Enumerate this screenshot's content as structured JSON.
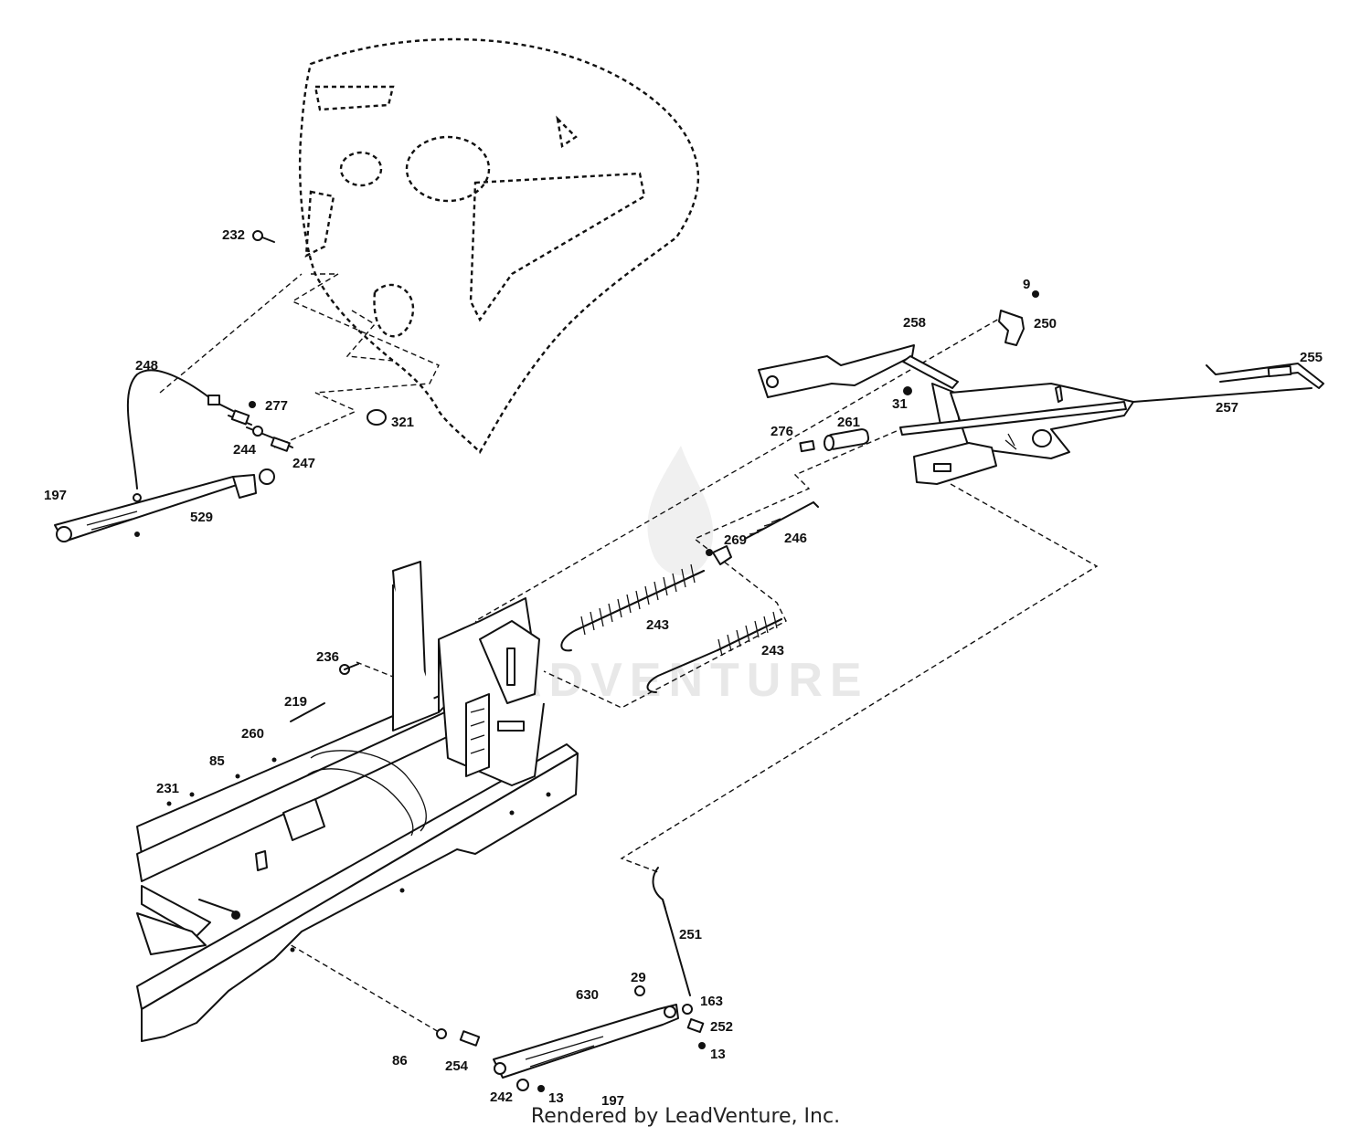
{
  "watermark": "ADVENTURE",
  "credit": "Rendered by LeadVenture, Inc.",
  "part_labels": [
    "232",
    "248",
    "277",
    "244",
    "247",
    "197",
    "529",
    "321",
    "258",
    "9",
    "250",
    "255",
    "257",
    "31",
    "276",
    "261",
    "246",
    "269",
    "243",
    "243",
    "236",
    "219",
    "260",
    "85",
    "231",
    "251",
    "29",
    "630",
    "163",
    "252",
    "13",
    "86",
    "254",
    "242",
    "13",
    "197"
  ]
}
